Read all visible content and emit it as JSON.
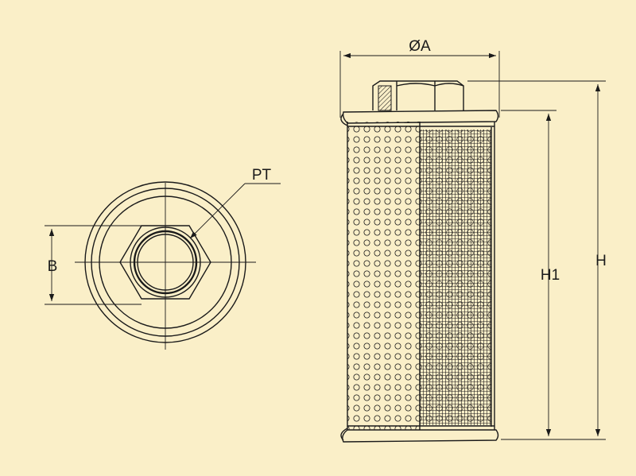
{
  "colors": {
    "background": "#faefc8",
    "line": "#1a1a1a"
  },
  "labels": {
    "diameter": "ØA",
    "thread": "PT",
    "flats": "B",
    "body_height": "H1",
    "total_height": "H"
  }
}
